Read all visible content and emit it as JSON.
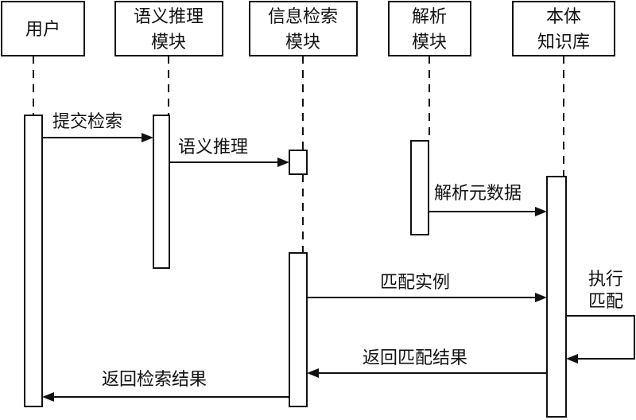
{
  "participants": [
    {
      "id": "user",
      "lines": [
        "用户"
      ]
    },
    {
      "id": "semantic",
      "lines": [
        "语义推理",
        "模块"
      ]
    },
    {
      "id": "search",
      "lines": [
        "信息检索",
        "模块"
      ]
    },
    {
      "id": "parse",
      "lines": [
        "解析",
        "模块"
      ]
    },
    {
      "id": "ontology",
      "lines": [
        "本体",
        "知识库"
      ]
    }
  ],
  "messages": [
    {
      "id": "submit",
      "label": "提交检索",
      "from": "user",
      "to": "semantic"
    },
    {
      "id": "reason",
      "label": "语义推理",
      "from": "semantic",
      "to": "search"
    },
    {
      "id": "parse-meta",
      "label": "解析元数据",
      "from": "parse",
      "to": "ontology"
    },
    {
      "id": "match-instance",
      "label": "匹配实例",
      "from": "search",
      "to": "ontology"
    },
    {
      "id": "exec-match",
      "lines": [
        "执行",
        "匹配"
      ],
      "from": "ontology",
      "to": "ontology"
    },
    {
      "id": "return-match",
      "label": "返回匹配结果",
      "from": "ontology",
      "to": "search"
    },
    {
      "id": "return-search",
      "label": "返回检索结果",
      "from": "search",
      "to": "user"
    }
  ]
}
